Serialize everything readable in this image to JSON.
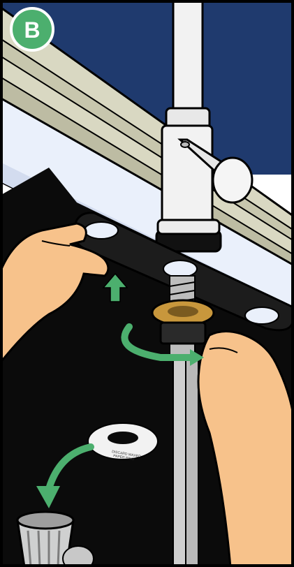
{
  "step": {
    "badge_label": "B",
    "badge_color": "#4caf6e"
  },
  "gasket": {
    "label_line1": "DISCARD WAXED",
    "label_line2": "PAPER RING"
  },
  "colors": {
    "window_glass": "#1f3a6e",
    "window_frame": "#d9d8c2",
    "sink_deck": "#eaf0fb",
    "cabinet_dark": "#0b0b0b",
    "hand_skin": "#f7c28b",
    "arrow_green": "#4caf6e",
    "chrome": "#f2f2f2",
    "escutcheon_plate": "#1c1c1c",
    "nut_gold": "#c8973c",
    "trash_can": "#cfd0d0"
  },
  "icons": {
    "up_arrow": "up-arrow-icon",
    "rotate_arrow": "rotate-arrow-icon",
    "discard_arrow": "discard-arrow-icon"
  }
}
